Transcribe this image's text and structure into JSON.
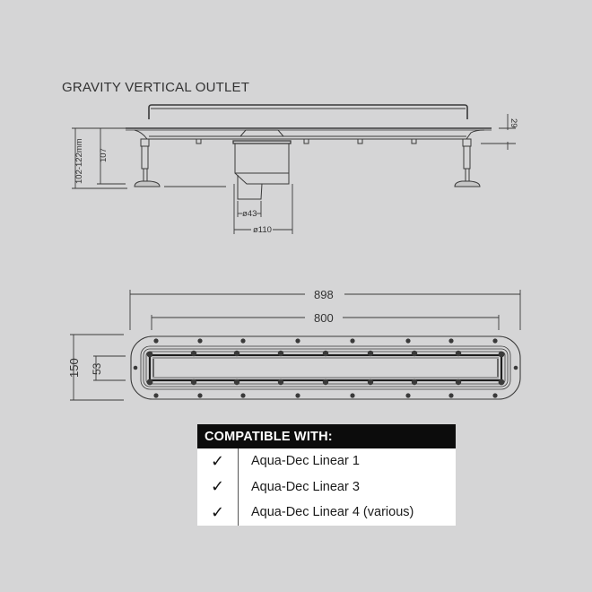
{
  "title": "GRAVITY VERTICAL OUTLET",
  "side_view": {
    "dimensions": {
      "height_range": "102-122mm",
      "height": "107",
      "flange": "29",
      "outlet_inner_diameter": "ø43",
      "outlet_outer_diameter": "ø110"
    }
  },
  "top_view": {
    "dimensions": {
      "overall_length": "898",
      "channel_length": "800",
      "overall_width": "150",
      "channel_width": "53"
    }
  },
  "compatibility": {
    "heading": "COMPATIBLE WITH:",
    "check_icon": "✓",
    "items": [
      {
        "label": "Aqua-Dec Linear 1"
      },
      {
        "label": "Aqua-Dec Linear 3"
      },
      {
        "label": "Aqua-Dec Linear 4 (various)"
      }
    ]
  },
  "colors": {
    "background": "#d5d5d6",
    "line": "#3a3a3a",
    "header_bg": "#0c0c0c"
  }
}
